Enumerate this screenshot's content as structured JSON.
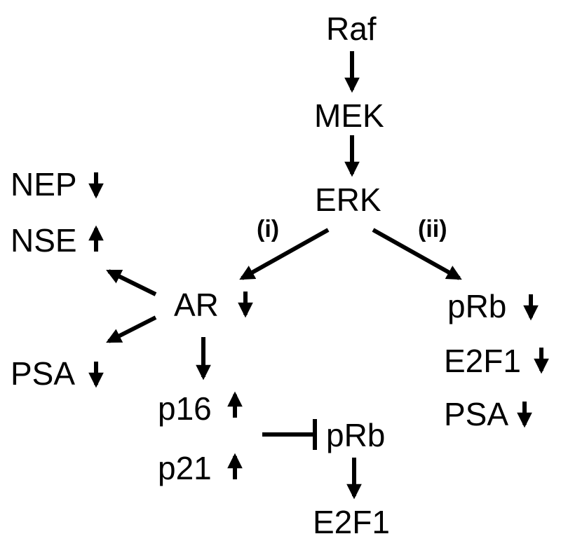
{
  "nodes": {
    "raf": "Raf",
    "mek": "MEK",
    "erk": "ERK",
    "ar": "AR",
    "nep": "NEP",
    "nse": "NSE",
    "psa_left": "PSA",
    "p16": "p16",
    "p21": "p21",
    "prb_center": "pRb",
    "e2f1_bottom": "E2F1",
    "prb_right": "pRb",
    "e2f1_right": "E2F1",
    "psa_right": "PSA"
  },
  "paths": {
    "i": "(i)",
    "ii": "(ii)"
  },
  "regulation": {
    "ar": "down",
    "nep": "down",
    "nse": "up",
    "psa_left": "down",
    "p16": "up",
    "p21": "up",
    "prb_right": "down",
    "e2f1_right": "down",
    "psa_right": "down"
  },
  "colors": {
    "ink": "#000000",
    "background": "#ffffff"
  }
}
